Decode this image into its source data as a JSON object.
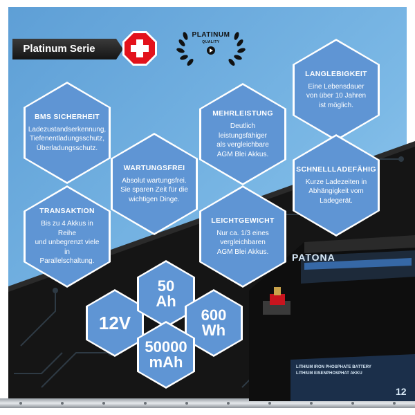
{
  "header": {
    "series_label": "Platinum Serie",
    "badge_title": "PLATINUM",
    "badge_subtitle": "QUALITY"
  },
  "features": [
    {
      "title": "BMS SICHERHEIT",
      "text": "Ladezustandserkennung,\nTiefenentladungsschutz,\nÜberladungsschutz."
    },
    {
      "title": "WARTUNGSFREI",
      "text": "Absolut wartungsfrei.\nSie sparen Zeit für die\nwichtigen Dinge."
    },
    {
      "title": "MEHRLEISTUNG",
      "text": "Deutlich leistungsfähiger\nals vergleichbare\nAGM Blei Akkus."
    },
    {
      "title": "LANGLEBIGKEIT",
      "text": "Eine Lebensdauer\nvon über 10 Jahren\nist möglich."
    },
    {
      "title": "SCHNELLLADEFÄHIG",
      "text": "Kurze Ladezeiten in\nAbhängigkeit vom\nLadegerät."
    },
    {
      "title": "TRANSAKTION",
      "text": "Bis zu 4 Akkus in Reihe\nund unbegrenzt viele in\nParallelschaltung."
    },
    {
      "title": "LEICHTGEWICHT",
      "text": "Nur ca. 1/3 eines\nvergleichbaren\nAGM Blei Akkus."
    }
  ],
  "specs": {
    "voltage": "12V",
    "capacity": "50\nAh",
    "energy": "600\nWh",
    "capacity_mah": "50000\nmAh"
  },
  "battery": {
    "brand": "PATONA",
    "label_line1": "LITHIUM IRON PHOSPHATE BATTERY",
    "label_line2": "LITHIUM EISENPHOSPHAT AKKU",
    "model_fragment": "12"
  },
  "colors": {
    "sky": "#6aaee0",
    "hex_fill": "#5f95d4",
    "hex_border": "#ffffff",
    "dark": "#141414",
    "swiss_red": "#e3121b"
  }
}
